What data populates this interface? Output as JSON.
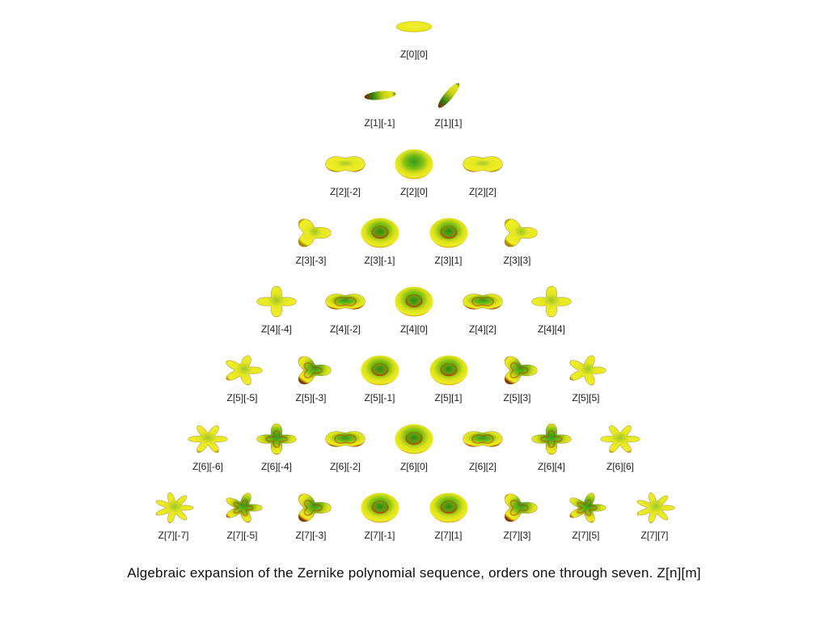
{
  "figure": {
    "caption": "Algebraic expansion of the Zernike polynomial sequence, orders one through seven. Z[n][m]",
    "palette": {
      "background": "#ffffff",
      "text": "#0d0d0d",
      "surface_yellow": "#efee24",
      "surface_green": "#2f9c1e",
      "surface_red": "#b33c00",
      "surface_dark_rim": "#7a3c00"
    },
    "rows": [
      {
        "n": 0,
        "items": [
          {
            "m": 0,
            "label": "Z[0][0]"
          }
        ]
      },
      {
        "n": 1,
        "items": [
          {
            "m": -1,
            "label": "Z[1][-1]"
          },
          {
            "m": 1,
            "label": "Z[1][1]"
          }
        ]
      },
      {
        "n": 2,
        "items": [
          {
            "m": -2,
            "label": "Z[2][-2]"
          },
          {
            "m": 0,
            "label": "Z[2][0]"
          },
          {
            "m": 2,
            "label": "Z[2][2]"
          }
        ]
      },
      {
        "n": 3,
        "items": [
          {
            "m": -3,
            "label": "Z[3][-3]"
          },
          {
            "m": -1,
            "label": "Z[3][-1]"
          },
          {
            "m": 1,
            "label": "Z[3][1]"
          },
          {
            "m": 3,
            "label": "Z[3][3]"
          }
        ]
      },
      {
        "n": 4,
        "items": [
          {
            "m": -4,
            "label": "Z[4][-4]"
          },
          {
            "m": -2,
            "label": "Z[4][-2]"
          },
          {
            "m": 0,
            "label": "Z[4][0]"
          },
          {
            "m": 2,
            "label": "Z[4][2]"
          },
          {
            "m": 4,
            "label": "Z[4][4]"
          }
        ]
      },
      {
        "n": 5,
        "items": [
          {
            "m": -5,
            "label": "Z[5][-5]"
          },
          {
            "m": -3,
            "label": "Z[5][-3]"
          },
          {
            "m": -1,
            "label": "Z[5][-1]"
          },
          {
            "m": 1,
            "label": "Z[5][1]"
          },
          {
            "m": 3,
            "label": "Z[5][3]"
          },
          {
            "m": 5,
            "label": "Z[5][5]"
          }
        ]
      },
      {
        "n": 6,
        "items": [
          {
            "m": -6,
            "label": "Z[6][-6]"
          },
          {
            "m": -4,
            "label": "Z[6][-4]"
          },
          {
            "m": -2,
            "label": "Z[6][-2]"
          },
          {
            "m": 0,
            "label": "Z[6][0]"
          },
          {
            "m": 2,
            "label": "Z[6][2]"
          },
          {
            "m": 4,
            "label": "Z[6][4]"
          },
          {
            "m": 6,
            "label": "Z[6][6]"
          }
        ]
      },
      {
        "n": 7,
        "items": [
          {
            "m": -7,
            "label": "Z[7][-7]"
          },
          {
            "m": -5,
            "label": "Z[7][-5]"
          },
          {
            "m": -3,
            "label": "Z[7][-3]"
          },
          {
            "m": -1,
            "label": "Z[7][-1]"
          },
          {
            "m": 1,
            "label": "Z[7][1]"
          },
          {
            "m": 3,
            "label": "Z[7][3]"
          },
          {
            "m": 5,
            "label": "Z[7][5]"
          },
          {
            "m": 7,
            "label": "Z[7][7]"
          }
        ]
      }
    ]
  }
}
